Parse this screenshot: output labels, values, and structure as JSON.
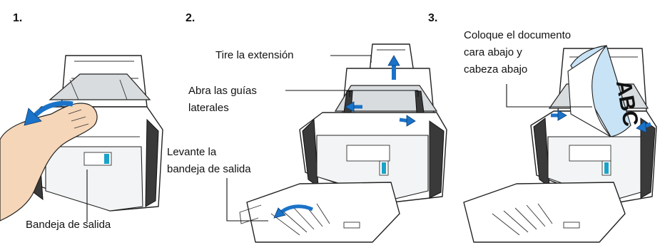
{
  "steps": [
    {
      "number": "1.",
      "callouts": {
        "tray": "Bandeja de salida"
      }
    },
    {
      "number": "2.",
      "callouts": {
        "extension": "Tire la extensión",
        "guides_line1": "Abra las guías",
        "guides_line2": "laterales",
        "tray_line1": "Levante la",
        "tray_line2": "bandeja de salida"
      }
    },
    {
      "number": "3.",
      "callouts": {
        "doc_line1": "Coloque el documento",
        "doc_line2": "cara abajo y",
        "doc_line3": "cabeza abajo"
      },
      "document_print": "ABC"
    }
  ],
  "colors": {
    "arrow": "#1a73c8",
    "document_blue": "#c8e3f5",
    "display_accent": "#1aa3c8",
    "hand": "#f6d6b8"
  },
  "icons": [
    "curved-arrow-icon",
    "up-arrow-icon",
    "left-arrow-icon",
    "right-arrow-icon",
    "hand-icon"
  ]
}
